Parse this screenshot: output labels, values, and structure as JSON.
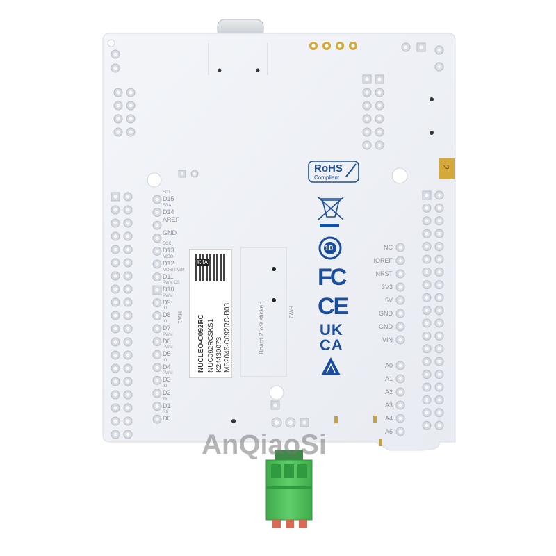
{
  "colors": {
    "pcb": "#eef1f6",
    "pcb_edge": "#d9dde5",
    "pad": "#d6dae1",
    "pad_ring": "#b9bec8",
    "gold": "#d4a93a",
    "terminal": "#4fbf5a",
    "terminal_dark": "#2f9a3f",
    "brand_blue": "#1a4d9c",
    "silkscreen": "#8c9099"
  },
  "board_corner_marker": "2",
  "left_header_labels": [
    {
      "top": "SCL",
      "bottom": "D15"
    },
    {
      "top": "SDA",
      "bottom": "D14"
    },
    {
      "top": "",
      "bottom": "AREF"
    },
    {
      "top": "",
      "bottom": "GND"
    },
    {
      "top": "SCK",
      "bottom": "D13"
    },
    {
      "top": "MISO",
      "bottom": "D12"
    },
    {
      "top": "MOSI PWM",
      "bottom": "D11"
    },
    {
      "top": "PWM CS",
      "bottom": "D10"
    },
    {
      "top": "PWM",
      "bottom": "D9"
    },
    {
      "top": "IO",
      "bottom": "D8"
    },
    {
      "top": "IO",
      "bottom": "D7"
    },
    {
      "top": "PWM",
      "bottom": "D6"
    },
    {
      "top": "PWM",
      "bottom": "D5"
    },
    {
      "top": "IO",
      "bottom": "D4"
    },
    {
      "top": "PWM",
      "bottom": "D3"
    },
    {
      "top": "IO",
      "bottom": "D2"
    },
    {
      "top": "TX",
      "bottom": "D1"
    },
    {
      "top": "RX",
      "bottom": "D0"
    }
  ],
  "right_header_labels": [
    "NC",
    "IOREF",
    "NRST",
    "3V3",
    "5V",
    "GND",
    "GND",
    "VIN",
    "A0",
    "A1",
    "A2",
    "A3",
    "A4",
    "A5"
  ],
  "hw_labels": [
    "HW1",
    "HW2"
  ],
  "sticker": {
    "lines": [
      "NUCLEO-C092RC",
      "NUC092RC$KS1",
      "K24430073",
      "MB2046-C092RC-B03"
    ],
    "qr_text": "K4A"
  },
  "sticker_area_text": "Board 25x9 sticker",
  "rohs": {
    "main": "RoHS",
    "sub": "Compliant"
  },
  "cert_marks": {
    "years": "10",
    "fc": "FC",
    "ce": "CE",
    "ukca_top": "UK",
    "ukca_bottom": "CA"
  },
  "watermark": "AnQiaoSi"
}
